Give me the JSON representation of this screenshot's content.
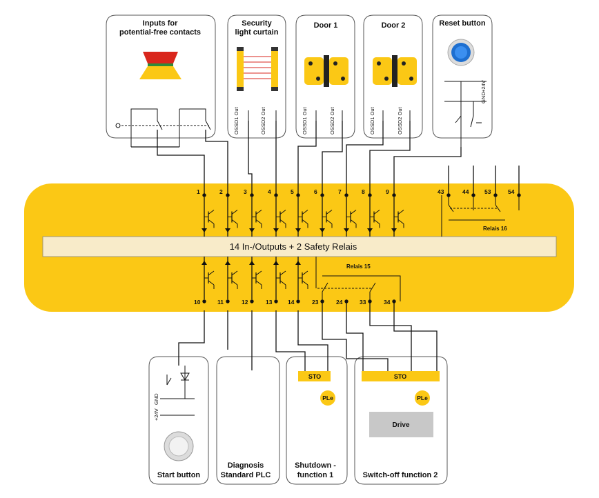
{
  "main_bar": {
    "label": "14 In-/Outputs + 2 Safety Relais",
    "relay_15": "Relais 15",
    "relay_16": "Relais 16"
  },
  "top_devices": {
    "inputs": {
      "title_line1": "Inputs for",
      "title_line2": "potential-free contacts"
    },
    "light_curtain": {
      "title_line1": "Security",
      "title_line2": "light curtain",
      "ossd1": "OSSD1 Out",
      "ossd2": "OSSD2 Out"
    },
    "door1": {
      "title": "Door 1",
      "ossd1": "OSSD1 Out",
      "ossd2": "OSSD2 Out"
    },
    "door2": {
      "title": "Door 2",
      "ossd1": "OSSD1 Out",
      "ossd2": "OSSD2 Out"
    },
    "reset": {
      "title": "Reset button",
      "v24": "+24V",
      "gnd": "GND"
    }
  },
  "bottom_devices": {
    "start": {
      "title": "Start button",
      "v24": "+24V",
      "gnd": "GND"
    },
    "diagnosis": {
      "title_line1": "Diagnosis",
      "title_line2": "Standard PLC"
    },
    "shutdown": {
      "title_line1": "Shutdown -",
      "title_line2": "function 1",
      "sto": "STO",
      "ple": "PLe"
    },
    "switchoff": {
      "title": "Switch-off function 2",
      "sto": "STO",
      "ple": "PLe",
      "drive": "Drive"
    }
  },
  "top_pins": [
    "1",
    "2",
    "3",
    "4",
    "5",
    "6",
    "7",
    "8",
    "9"
  ],
  "relay_top_pins": [
    "43",
    "44",
    "53",
    "54"
  ],
  "bottom_pins": [
    "10",
    "11",
    "12",
    "13",
    "14"
  ],
  "relay_bottom_pins": [
    "23",
    "24",
    "33",
    "34"
  ],
  "colors": {
    "yellow": "#fbc815",
    "bar": "#f8ebc9",
    "drive": "#c8c8c8",
    "wire": "#111111"
  }
}
